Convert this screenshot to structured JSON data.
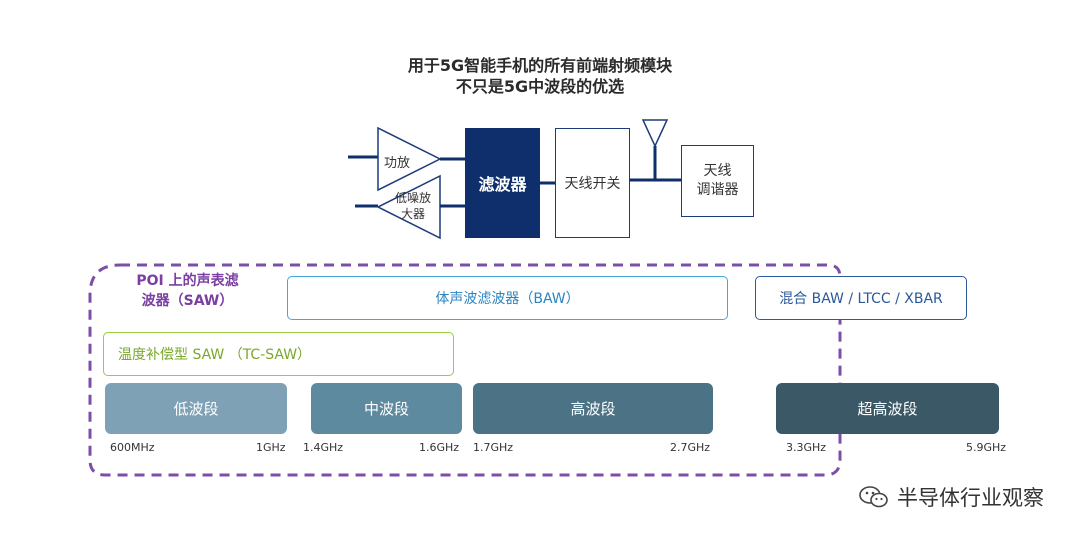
{
  "title": {
    "line1": "用于5G智能手机的所有前端射频模块",
    "line2": "不只是5G中波段的优选"
  },
  "rf_chain": {
    "power_amp": "功放",
    "lna_line1": "低噪放",
    "lna_line2": "大器",
    "filter": "滤波器",
    "antenna_switch": "天线开关",
    "antenna_tuner_line1": "天线",
    "antenna_tuner_line2": "调谐器"
  },
  "filters": {
    "poi_saw_line1": "POI 上的声表滤",
    "poi_saw_line2": "波器（SAW）",
    "baw": "体声波滤波器（BAW）",
    "hybrid": "混合 BAW / LTCC / XBAR",
    "tc_saw": "温度补偿型 SAW （TC-SAW）"
  },
  "bands": [
    {
      "label": "低波段",
      "start": "600MHz",
      "end": "1GHz"
    },
    {
      "label": "中波段",
      "start": "1.4GHz",
      "end": "1.6GHz"
    },
    {
      "label": "高波段",
      "start": "1.7GHz",
      "end": "2.7GHz"
    },
    {
      "label": "超高波段",
      "start": "3.3GHz",
      "end": "5.9GHz"
    }
  ],
  "watermark": "半导体行业观察",
  "colors": {
    "filter_fill": "#0e2f6b",
    "poi_dashed": "#7b4fa8",
    "baw_border": "#42a8d8",
    "tcsaw_border": "#9ccc3c",
    "hybrid_border": "#2a5a9a"
  }
}
